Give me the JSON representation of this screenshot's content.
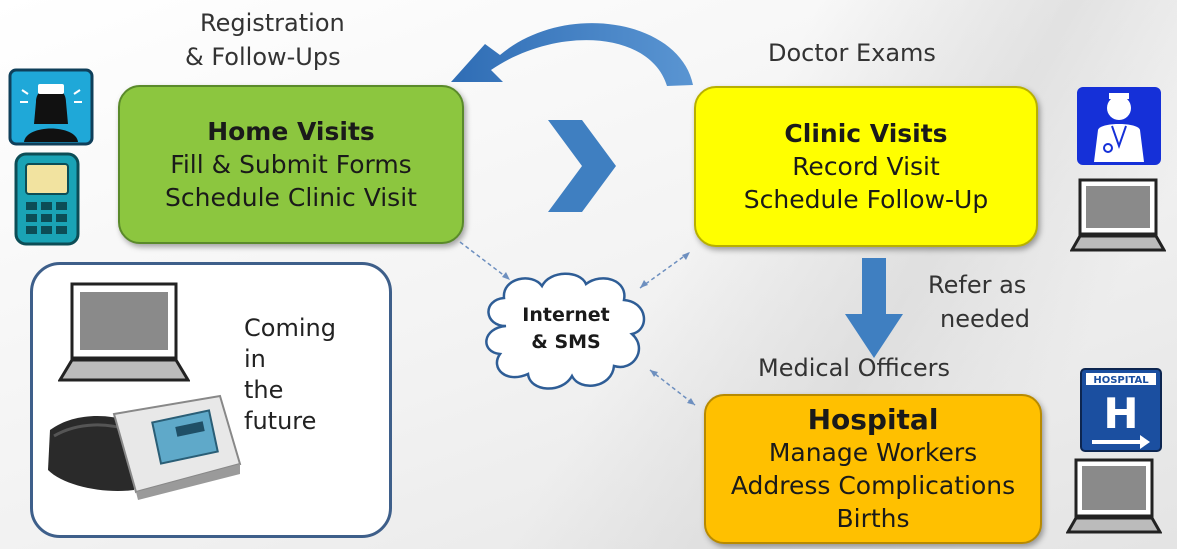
{
  "labels": {
    "registration": [
      "Registration",
      "& Follow-Ups"
    ],
    "doctor_exams": "Doctor Exams",
    "refer": [
      "Refer as",
      "needed"
    ],
    "medical_officers": "Medical Officers"
  },
  "home_visits": {
    "title": "Home Visits",
    "lines": [
      "Fill & Submit Forms",
      "Schedule Clinic Visit"
    ]
  },
  "clinic_visits": {
    "title": "Clinic Visits",
    "lines": [
      "Record Visit",
      "Schedule Follow-Up"
    ]
  },
  "hospital": {
    "title": "Hospital",
    "lines": [
      "Manage Workers",
      "Address Complications",
      "Births"
    ]
  },
  "cloud": [
    "Internet",
    "& SMS"
  ],
  "future": [
    "Coming",
    "in",
    "the",
    "future"
  ],
  "hospital_sign": {
    "text": "HOSPITAL",
    "letter": "H"
  },
  "colors": {
    "home": "#8cc63f",
    "clinic": "#ffff00",
    "hospital": "#ffc000",
    "arrow_blue": "#3f7fc1",
    "future_border": "#3e5f8a"
  },
  "icons": [
    "nurse-icon",
    "mobile-phone-icon",
    "doctor-icon",
    "laptop-icon",
    "hospital-sign-icon",
    "blood-pressure-monitor-icon",
    "cloud-icon",
    "chevron-right-icon",
    "curved-arrow-icon",
    "down-arrow-icon"
  ]
}
